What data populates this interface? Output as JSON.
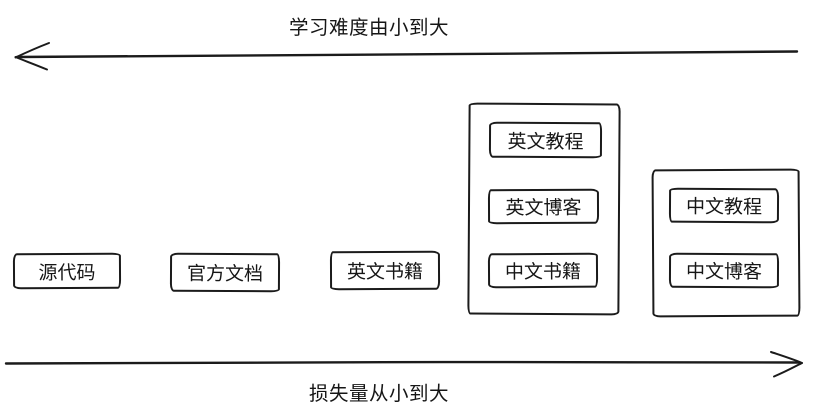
{
  "diagram": {
    "axes": {
      "top": {
        "label": "学习难度由小到大",
        "direction": "left"
      },
      "bottom": {
        "label": "损失量从小到大",
        "direction": "right"
      }
    },
    "standalone_nodes": [
      {
        "label": "源代码"
      },
      {
        "label": "官方文档"
      },
      {
        "label": "英文书籍"
      }
    ],
    "groups": [
      {
        "name": "group-1",
        "items": [
          {
            "label": "英文教程"
          },
          {
            "label": "英文博客"
          },
          {
            "label": "中文书籍"
          }
        ]
      },
      {
        "name": "group-2",
        "items": [
          {
            "label": "中文教程"
          },
          {
            "label": "中文博客"
          }
        ]
      }
    ],
    "colors": {
      "stroke": "#1b1b1b",
      "background": "#ffffff"
    }
  }
}
